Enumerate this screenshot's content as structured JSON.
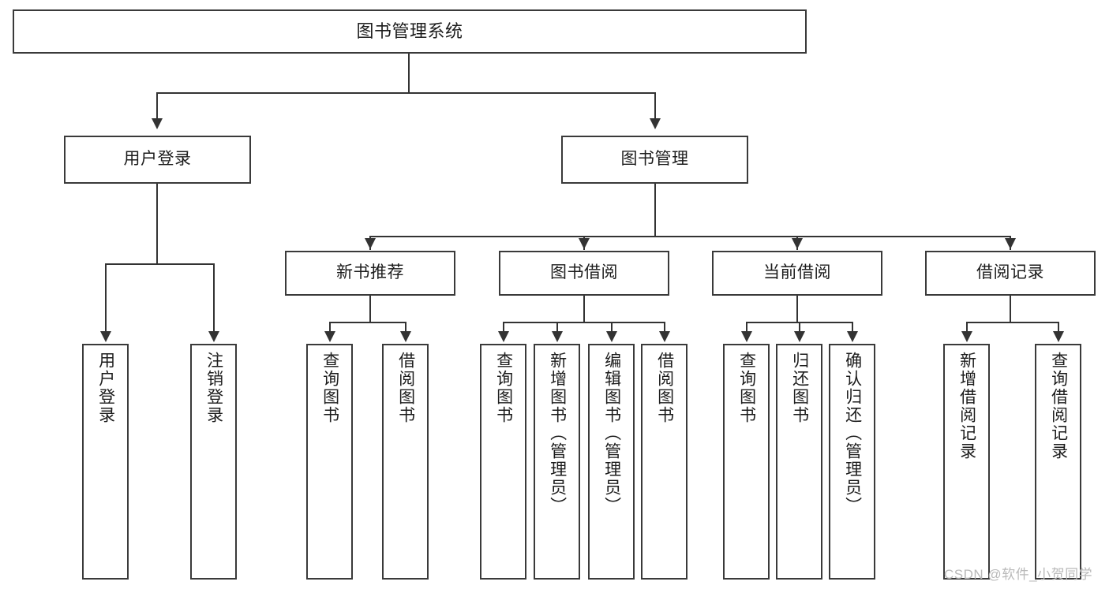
{
  "diagram": {
    "title": "图书管理系统",
    "type": "tree-hierarchy-chart",
    "watermark": "CSDN @软件_小贺同学",
    "colors": {
      "box_border": "#3a3a3a",
      "connector": "#333333",
      "background": "#ffffff",
      "text": "#1c1c1c",
      "watermark": "#b9b9b9"
    }
  },
  "nodes": {
    "root": {
      "label": "图书管理系统"
    },
    "level2": [
      {
        "label": "用户登录"
      },
      {
        "label": "图书管理"
      }
    ],
    "level3": [
      {
        "label": "新书推荐"
      },
      {
        "label": "图书借阅"
      },
      {
        "label": "当前借阅"
      },
      {
        "label": "借阅记录"
      }
    ],
    "leaves_user_login": [
      {
        "label": "用户登录"
      },
      {
        "label": "注销登录"
      }
    ],
    "leaves_new_book": [
      {
        "label": "查询图书"
      },
      {
        "label": "借阅图书"
      }
    ],
    "leaves_borrow": [
      {
        "label": "查询图书"
      },
      {
        "label": "新增图书（管理员）"
      },
      {
        "label": "编辑图书（管理员）"
      },
      {
        "label": "借阅图书"
      }
    ],
    "leaves_current": [
      {
        "label": "查询图书"
      },
      {
        "label": "归还图书"
      },
      {
        "label": "确认归还（管理员）"
      }
    ],
    "leaves_records": [
      {
        "label": "新增借阅记录"
      },
      {
        "label": "查询借阅记录"
      }
    ]
  }
}
